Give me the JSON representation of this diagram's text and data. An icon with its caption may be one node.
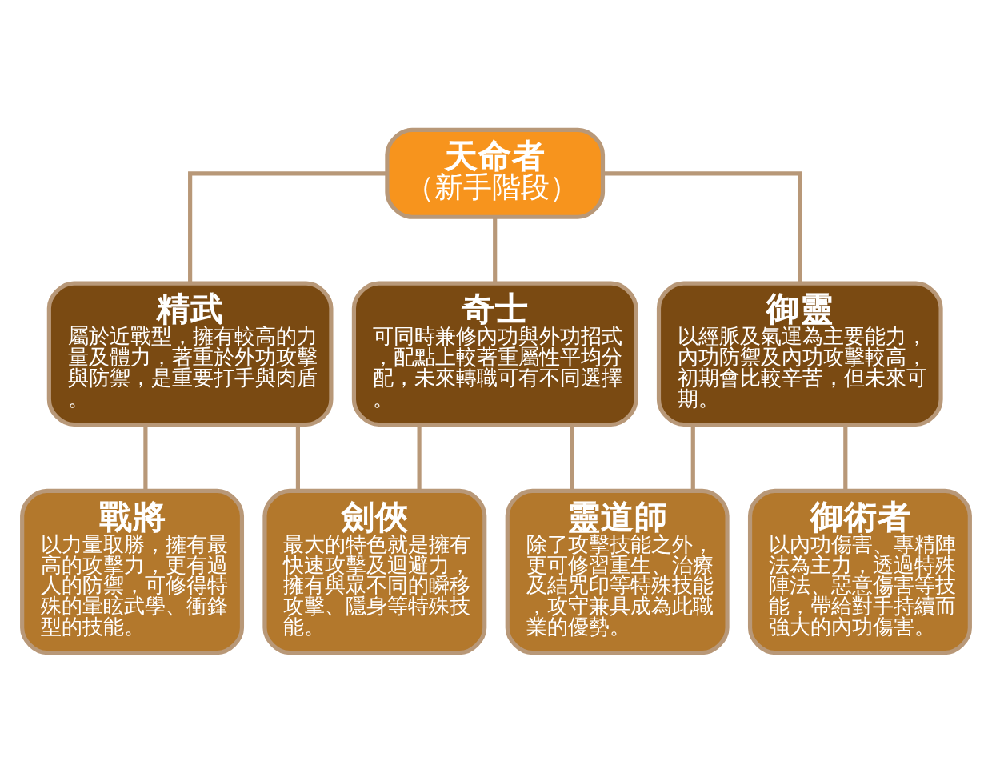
{
  "diagram": {
    "nodes": [
      {
        "text": [
          "天命者",
          "（新手階段）"
        ]
      },
      {
        "text": [
          "精武",
          "屬於近戰型，擁有較高的力量及體力，著重於外功攻擊與防禦，是重要打手與肉盾。"
        ]
      },
      {
        "text": [
          "奇士",
          "可同時兼修內功與外功招式，配點上較著重屬性平均分配，未來轉職可有不同選擇。"
        ]
      },
      {
        "text": [
          "御靈",
          "以經脈及氣運為主要能力，內功防禦及內功攻擊較高，初期會比較辛苦，但未來可期。"
        ]
      },
      {
        "text": [
          "戰將",
          "以力量取勝，擁有最高的攻擊力，更有過人的防禦，可修得特殊的暈眩武學、衝鋒型的技能。"
        ]
      },
      {
        "text": [
          "劍俠",
          "最大的特色就是擁有快速攻擊及迴避力，擁有與眾不同的瞬移攻擊、隱身等特殊技能。"
        ]
      },
      {
        "text": [
          "靈道師",
          "除了攻擊技能之外，更可修習重生、治療及結咒印等特殊技能，攻守兼具成為此職業的優勢。"
        ]
      },
      {
        "text": [
          "御術者",
          "以內功傷害、專精陣法為主力，透過特殊陣法、惡意傷害等技能，帶給對手持續而強大的內功傷害。"
        ]
      }
    ],
    "edges": [
      {
        "from": 0,
        "to": 1,
        "arrow": "none"
      },
      {
        "from": 0,
        "to": 2,
        "arrow": "none"
      },
      {
        "from": 0,
        "to": 3,
        "arrow": "none"
      },
      {
        "from": 1,
        "to": 4,
        "arrow": "none"
      },
      {
        "from": 1,
        "to": 5,
        "arrow": "none"
      },
      {
        "from": 2,
        "to": 5,
        "arrow": "none"
      },
      {
        "from": 2,
        "to": 6,
        "arrow": "none"
      },
      {
        "from": 3,
        "to": 6,
        "arrow": "none"
      },
      {
        "from": 3,
        "to": 7,
        "arrow": "none"
      }
    ]
  }
}
